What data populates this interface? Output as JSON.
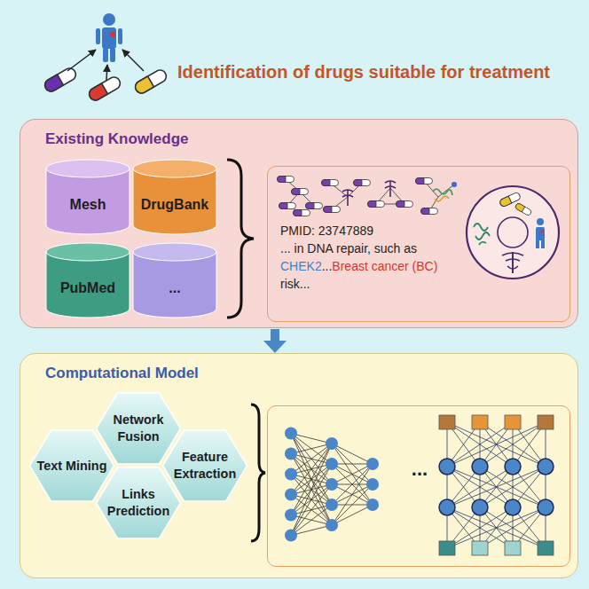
{
  "diagram": {
    "title": "Identification of drugs suitable for treatment",
    "nodes": [
      {
        "text": [
          "Existing Knowledge"
        ]
      },
      {
        "text": [
          "Mesh"
        ],
        "in": 0
      },
      {
        "text": [
          "DrugBank"
        ],
        "in": 0
      },
      {
        "text": [
          "PubMed"
        ],
        "in": 0
      },
      {
        "text": [
          "..."
        ],
        "in": 0
      },
      {
        "text": [
          "PMID: 23747889",
          "... in DNA repair, such as",
          "CHEK2",
          "...",
          "Breast cancer (BC)",
          "risk..."
        ],
        "in": 0
      },
      {
        "text": [
          "Computational Model"
        ]
      },
      {
        "text": [
          "Network Fusion"
        ],
        "in": 6
      },
      {
        "text": [
          "Text Mining"
        ],
        "in": 6
      },
      {
        "text": [
          "Feature Extraction"
        ],
        "in": 6
      },
      {
        "text": [
          "Links Prediction"
        ],
        "in": 6
      },
      {
        "text": [
          "..."
        ],
        "in": 6
      }
    ],
    "edges": [
      {
        "from": 0,
        "to": 6,
        "arrow": "to"
      }
    ]
  }
}
